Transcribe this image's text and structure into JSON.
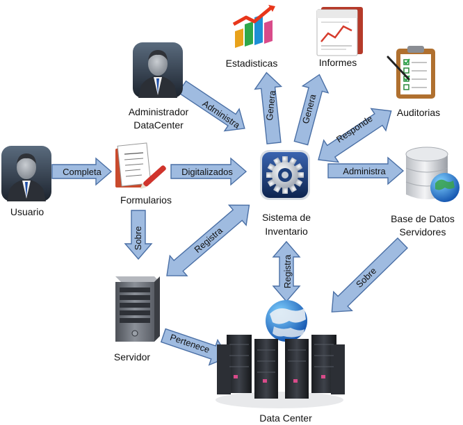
{
  "nodes": {
    "usuario": {
      "label": "Usuario",
      "icon": "businessman-icon"
    },
    "admin": {
      "label_line1": "Administrador",
      "label_line2": "DataCenter",
      "icon": "businessman-icon"
    },
    "formularios": {
      "label": "Formularios",
      "icon": "forms-icon"
    },
    "estadisticas": {
      "label": "Estadisticas",
      "icon": "bar-chart-icon"
    },
    "informes": {
      "label": "Informes",
      "icon": "report-icon"
    },
    "auditorias": {
      "label": "Auditorias",
      "icon": "clipboard-checklist-icon"
    },
    "sistema": {
      "label_line1": "Sistema de",
      "label_line2": "Inventario",
      "icon": "gear-app-icon"
    },
    "base_datos": {
      "label_line1": "Base de Datos",
      "label_line2": "Servidores",
      "icon": "database-globe-icon"
    },
    "servidor": {
      "label": "Servidor",
      "icon": "server-tower-icon"
    },
    "data_center": {
      "label": "Data Center",
      "icon": "datacenter-globe-icon"
    }
  },
  "edges": {
    "completa": "Completa",
    "digitalizados": "Digitalizados",
    "administra_sistema": "Administra",
    "genera_estadisticas": "Genera",
    "genera_informes": "Genera",
    "responde": "Responde",
    "administra_bd": "Administra",
    "sobre_servidor": "Sobre",
    "registra_servidor": "Registra",
    "registra_datacenter": "Registra",
    "sobre_datacenter": "Sobre",
    "pertenece": "Pertenece"
  },
  "colors": {
    "arrow_fill": "#9fbbe0",
    "arrow_stroke": "#4a6fa5",
    "suit": "#2b2f36",
    "tie": "#1f4fa8",
    "app_blue": "#1e3f7a",
    "server_gray": "#6c7078"
  }
}
